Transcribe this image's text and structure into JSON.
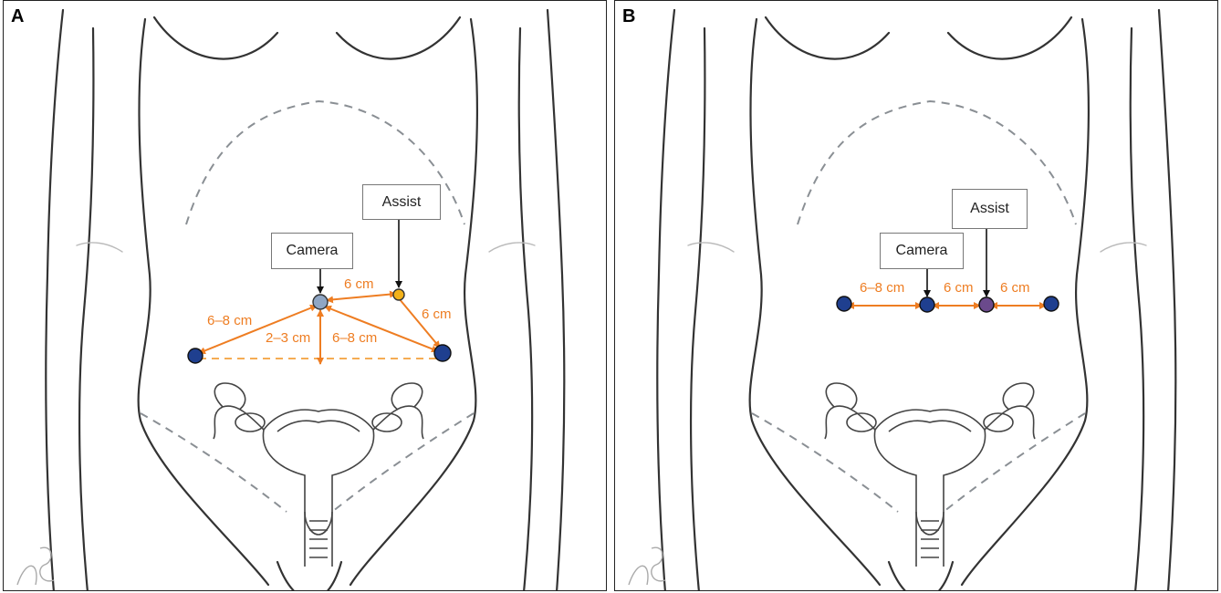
{
  "panels": [
    {
      "letter": "A",
      "callouts": {
        "camera": "Camera",
        "assist": "Assist"
      },
      "distances": {
        "cam_assist": "6 cm",
        "assist_right": "6 cm",
        "left_cam": "6–8 cm",
        "vertical": "2–3 cm",
        "cam_right": "6–8 cm"
      }
    },
    {
      "letter": "B",
      "callouts": {
        "camera": "Camera",
        "assist": "Assist"
      },
      "distances": {
        "left_cam": "6–8 cm",
        "cam_assist": "6 cm",
        "assist_right": "6 cm"
      }
    }
  ],
  "colors": {
    "arrow": "#ee7d22",
    "port_fill": "#1f3f8f",
    "assist_port_a": "#f3b21a",
    "camera_port_a": "#8fa6c4",
    "assist_port_b": "#6b4a8c",
    "outline": "#333333",
    "dashed": "#8a8f94"
  },
  "signature": "D.S '09"
}
